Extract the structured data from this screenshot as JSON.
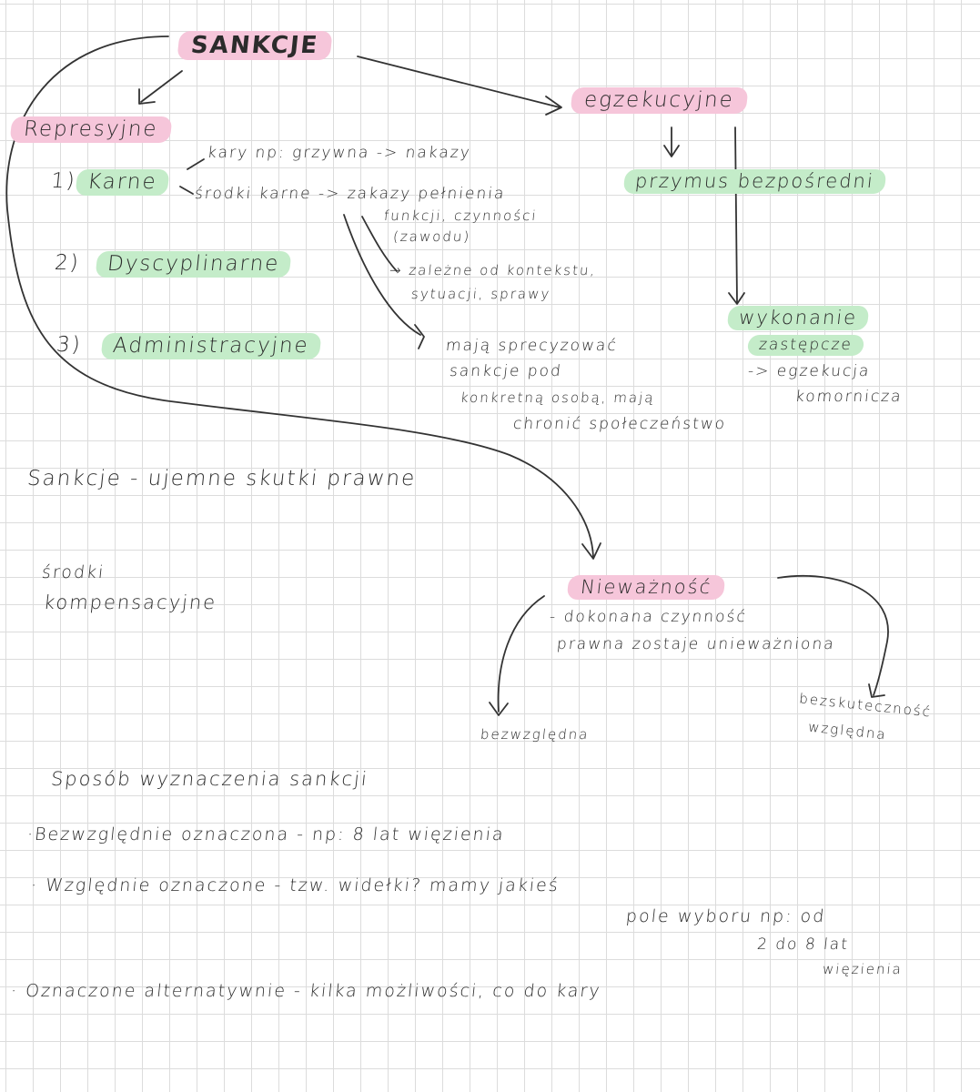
{
  "root": "SANKCJE",
  "represyjne": {
    "title": "Represyjne",
    "items": [
      {
        "num": "1)",
        "label": "Karne"
      },
      {
        "num": "2)",
        "label": "Dyscyplinarne"
      },
      {
        "num": "3)",
        "label": "Administracyjne"
      }
    ],
    "kary_note": "kary np: grzywna -> nakazy",
    "srodki_note": "środki karne -> zakazy pełnienia",
    "srodki_cont_1": "funkcji, czynności",
    "srodki_cont_2": "(zawodu)",
    "zalezne_1": "→ zależne od kontekstu,",
    "zalezne_2": "sytuacji, sprawy",
    "maja_1": "mają sprecyzować",
    "maja_2": "sankcje pod",
    "maja_3": "konkretną osobą, mają",
    "maja_4": "chronić społeczeństwo"
  },
  "egzekucyjne": {
    "title": "egzekucyjne",
    "przymus": "przymus bezpośredni",
    "wykonanie_1": "wykonanie",
    "wykonanie_2": "zastępcze",
    "komornicza_1": "-> egzekucja",
    "komornicza_2": "komornicza"
  },
  "definicja": "Sankcje - ujemne skutki prawne",
  "kompensacyjne_1": "środki",
  "kompensacyjne_2": "kompensacyjne",
  "niewaznosc": {
    "title": "Nieważność",
    "desc_1": "- dokonana czynność",
    "desc_2": "prawna zostaje unieważniona",
    "bezwzgledna": "bezwzględna",
    "wzgledna_1": "bezskuteczność",
    "wzgledna_2": "względna"
  },
  "sposob": {
    "title": "Sposób wyznaczenia sankcji",
    "line_1": "·Bezwzględnie oznaczona - np: 8 lat więzienia",
    "line_2": "· Względnie oznaczone - tzw. widełki? mamy jakieś",
    "line_2b": "pole wyboru np: od",
    "line_2c": "2 do 8 lat",
    "line_2d": "więzienia",
    "line_3": "· Oznaczone alternatywnie - kilka możliwości, co do kary"
  }
}
